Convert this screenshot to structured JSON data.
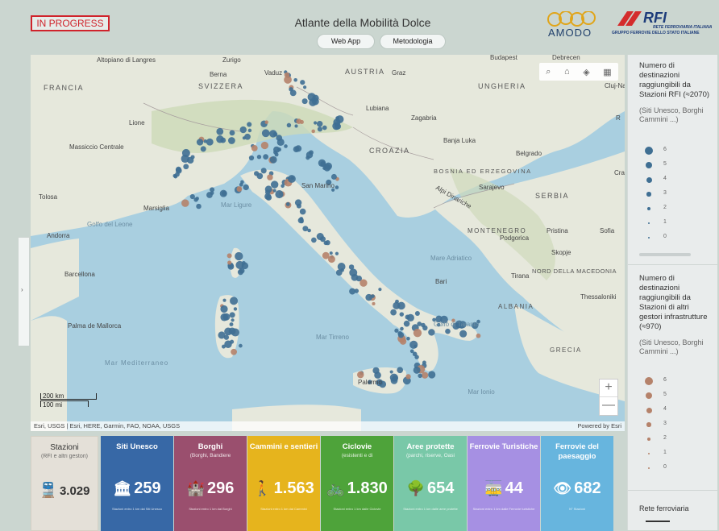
{
  "header": {
    "badge": "IN PROGRESS",
    "title": "Atlante della Mobilità Dolce",
    "nav": [
      "Web App",
      "Metodologia"
    ],
    "logo_amodo": "AMODO",
    "logo_rfi": "RFI",
    "logo_rfi_sub1": "RETE FERROVIARIA ITALIANA",
    "logo_rfi_sub2": "GRUPPO FERROVIE DELLO STATO ITALIANE"
  },
  "map": {
    "labels": {
      "altopiano": "Altopiano di Langres",
      "zurigo": "Zurigo",
      "vaduz": "Vaduz",
      "berna": "Berna",
      "svizzera": "SVIZZERA",
      "austria": "AUSTRIA",
      "graz": "Graz",
      "budapest": "Budapest",
      "ungheria": "UNGHERIA",
      "debrecen": "Debrecen",
      "clujna": "Cluj-Na",
      "francia": "FRANCIA",
      "lione": "Lione",
      "lubiana": "Lubiana",
      "zagabria": "Zagabria",
      "massiccio": "Massiccio Centrale",
      "croazia": "CROAZIA",
      "banjaluka": "Banja Luka",
      "belgrado": "Belgrado",
      "bosnia": "BOSNIA ED ERZEGOVINA",
      "sarajevo": "Sarajevo",
      "serbia": "SERBIA",
      "tolosa": "Tolosa",
      "marsiglia": "Marsiglia",
      "marligure": "Mar Ligure",
      "sanmarino": "San Marino",
      "alpidinariche": "Alpi Dinariche",
      "golfoleone": "Golfo del Leone",
      "andorra": "Andorra",
      "montenegro": "MONTENEGRO",
      "podgorica": "Podgorica",
      "pristina": "Pristina",
      "sofia": "Sofia",
      "skopje": "Skopje",
      "maradriatico": "Mare Adriatico",
      "barcellona": "Barcellona",
      "tirana": "Tirana",
      "nordmacedonia": "NORD DELLA MACEDONIA",
      "bari": "Bari",
      "albania": "ALBANIA",
      "thessaloniki": "Thessaloniki",
      "palma": "Palma de Mallorca",
      "golfotaranto": "Golfo di Taranto",
      "martirreno": "Mar Tirreno",
      "grecia": "GRECIA",
      "marmed": "Mar Mediterraneo",
      "palermo": "Palermo",
      "marionio": "Mar Ionio",
      "craiova": "Craio",
      "r": "R"
    },
    "scale_km": "200 km",
    "scale_mi": "100 mi",
    "attribution": "Esri, USGS | Esri, HERE, Garmin, FAO, NOAA, USGS",
    "powered": "Powered by Esri",
    "zoom_in": "+",
    "zoom_out": "—",
    "colors": {
      "sea": "#a9cfe0",
      "land": "#e8eadf",
      "rfi": "#3f6f93",
      "other": "#b5826a"
    }
  },
  "legend": {
    "rfi": {
      "title": "Numero di destinazioni raggiungibili da Stazioni RFI (≈2070)",
      "subtitle": "(Siti Unesco, Borghi Cammini ...)",
      "levels": [
        "6",
        "5",
        "4",
        "3",
        "2",
        "1",
        "0"
      ]
    },
    "altri": {
      "title": "Numero di destinazioni raggiungibili da Stazioni di altri gestori infrastrutture (≈970)",
      "subtitle": "(Siti Unesco, Borghi Cammini ...)",
      "levels": [
        "6",
        "5",
        "4",
        "3",
        "2",
        "1",
        "0"
      ]
    },
    "rete": "Rete ferroviaria"
  },
  "tiles": [
    {
      "key": "stazioni",
      "title": "Stazioni",
      "subtitle": "(RFI e altri gestori)",
      "value": "3.029",
      "icon": "train-icon",
      "glyph": "🚆",
      "foot": "",
      "color": "#e4e0d8"
    },
    {
      "key": "unesco",
      "title": "Siti Unesco",
      "subtitle": "",
      "value": "259",
      "icon": "monument-icon",
      "glyph": "🏛",
      "foot": "Stazioni entro 1 km dai Siti Unesco",
      "color": "#3768a6"
    },
    {
      "key": "borghi",
      "title": "Borghi",
      "subtitle": "(Borghi, Bandiere",
      "value": "296",
      "icon": "castle-icon",
      "glyph": "🏰",
      "foot": "Stazioni entro 1 km dai Borghi",
      "color": "#9a4f6e"
    },
    {
      "key": "cammini",
      "title": "Cammini e sentieri",
      "subtitle": "",
      "value": "1.563",
      "icon": "hiker-icon",
      "glyph": "🚶",
      "foot": "Stazioni entro 1 km dai Cammini",
      "color": "#e6b41d"
    },
    {
      "key": "ciclovie",
      "title": "Ciclovie",
      "subtitle": "(esistenti e di",
      "value": "1.830",
      "icon": "bicycle-icon",
      "glyph": "🚲",
      "foot": "Stazioni entro 1 km dalle Ciclovie",
      "color": "#4ea33a"
    },
    {
      "key": "aree",
      "title": "Aree protette",
      "subtitle": "(parchi, riserve, Oasi",
      "value": "654",
      "icon": "tree-icon",
      "glyph": "🌳",
      "foot": "Stazioni entro 1 km dalle aree protette",
      "color": "#79c8a8"
    },
    {
      "key": "ferrovie_tur",
      "title": "Ferrovie Turistiche",
      "subtitle": "",
      "value": "44",
      "icon": "tram-icon",
      "glyph": "🚋",
      "foot": "Stazioni entro 1 km dalle Ferrovie turistiche",
      "color": "#a690e3"
    },
    {
      "key": "ferrovie_pae",
      "title": "Ferrovie del paesaggio",
      "subtitle": "",
      "value": "682",
      "icon": "eye-icon",
      "glyph": "👁",
      "foot": "N° Stazioni",
      "color": "#67b5de"
    }
  ]
}
